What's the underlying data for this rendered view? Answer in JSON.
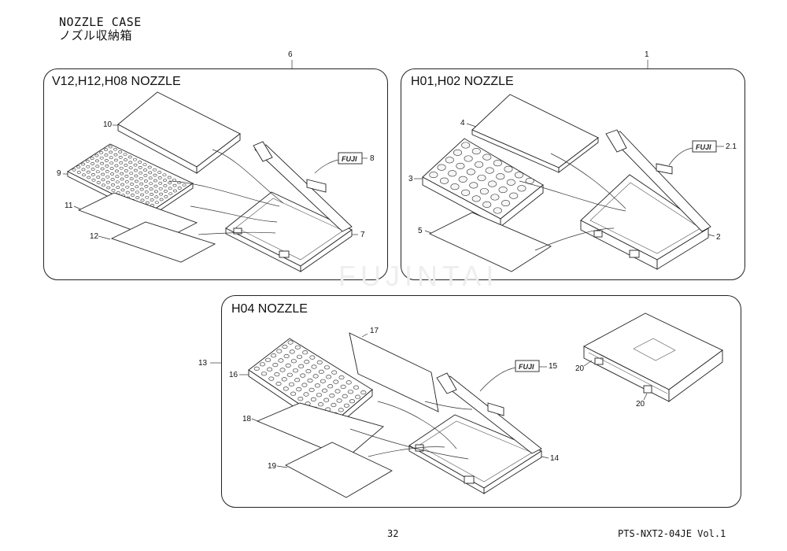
{
  "header": {
    "title_en": "NOZZLE CASE",
    "title_jp": "ノズル収納箱"
  },
  "watermark": "FUJINTAI",
  "panels": {
    "a": {
      "title": "V12,H12,H08 NOZZLE",
      "group_no": "6"
    },
    "b": {
      "title": "H01,H02 NOZZLE",
      "group_no": "1"
    },
    "c": {
      "title": "H04 NOZZLE",
      "group_no": "13"
    }
  },
  "callouts": {
    "c10": "10",
    "c9": "9",
    "c11": "11",
    "c12": "12",
    "c8": "8",
    "c7": "7",
    "c4": "4",
    "c3": "3",
    "c5": "5",
    "c2_1": "2.1",
    "c2": "2",
    "c17": "17",
    "c16": "16",
    "c18": "18",
    "c19": "19",
    "c15": "15",
    "c14": "14",
    "c20a": "20",
    "c20b": "20"
  },
  "logo_text": "FUJI",
  "footer": {
    "page": "32",
    "doc": "PTS-NXT2-04JE  Vol.1"
  }
}
